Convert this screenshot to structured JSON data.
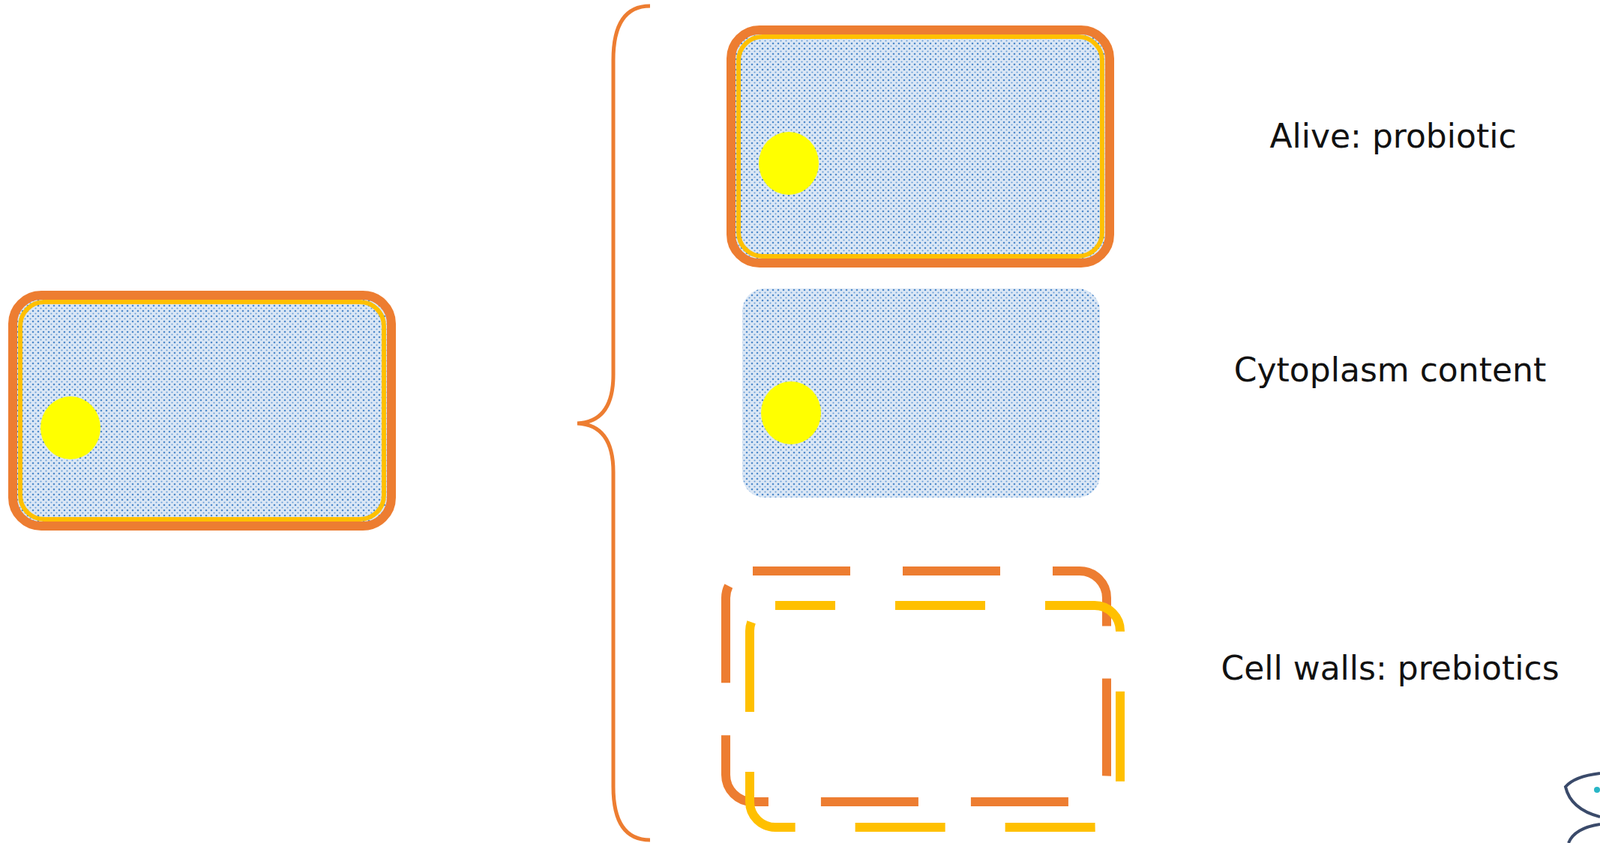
{
  "diagram": {
    "labels": [
      "Alive: probiotic",
      "Cytoplasm content",
      "Cell walls: prebiotics"
    ]
  }
}
